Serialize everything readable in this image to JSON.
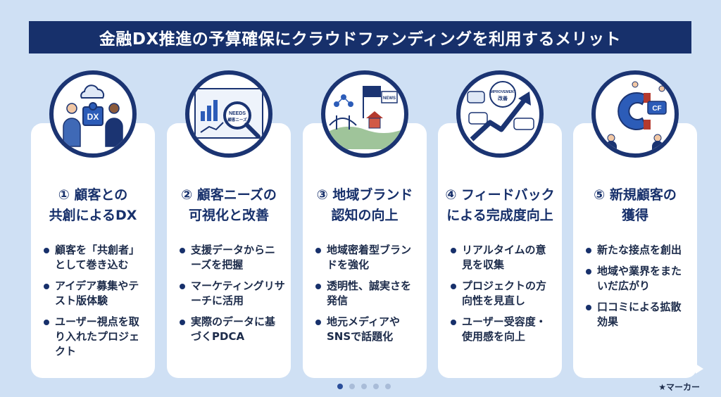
{
  "header": {
    "title": "金融DX推進の予算確保にクラウドファンディングを利用するメリット"
  },
  "cards": [
    {
      "title_line1": "① 顧客との",
      "title_line2": "共創によるDX",
      "icon_text": "DX",
      "icon": "handshake-puzzle-icon",
      "bullets": [
        "顧客を「共創者」として巻き込む",
        "アイデア募集やテスト版体験",
        "ユーザー視点を取り入れたプロジェクト"
      ]
    },
    {
      "title_line1": "② 顧客ニーズの",
      "title_line2": "可視化と改善",
      "icon_text": "NEEDS",
      "icon_text2": "顧客ニーズ",
      "icon": "analytics-magnifier-icon",
      "bullets": [
        "支援データからニーズを把握",
        "マーケティングリサーチに活用",
        "実際のデータに基づくPDCA"
      ]
    },
    {
      "title_line1": "③ 地域ブランド",
      "title_line2": "認知の向上",
      "icon_text": "NEWS",
      "icon": "regional-brand-icon",
      "bullets": [
        "地域密着型ブランドを強化",
        "透明性、誠実さを発信",
        "地元メディアやSNSで話題化"
      ]
    },
    {
      "title_line1": "④ フィードバック",
      "title_line2": "による完成度向上",
      "icon_text": "IMPROVEMENT",
      "icon_text2": "改善",
      "icon": "feedback-growth-icon",
      "bullets": [
        "リアルタイムの意見を収集",
        "プロジェクトの方向性を見直し",
        "ユーザー受容度・使用感を向上"
      ]
    },
    {
      "title_line1": "⑤ 新規顧客の",
      "title_line2": "獲得",
      "icon_text": "CF",
      "icon": "customer-magnet-icon",
      "bullets": [
        "新たな接点を創出",
        "地域や業界をまたいだ広がり",
        "口コミによる拡散効果"
      ]
    }
  ],
  "footer": {
    "marker": "★マーカー"
  },
  "colors": {
    "navy": "#17306b",
    "background": "#cfe0f4",
    "card": "#ffffff"
  }
}
